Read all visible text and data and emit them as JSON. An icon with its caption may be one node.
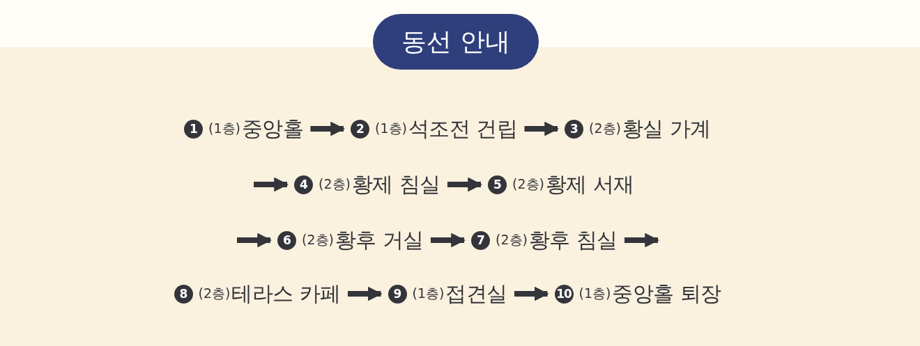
{
  "diagram": {
    "title": "동선 안내",
    "nodes": [
      {
        "text": [
          "1",
          "(1층)",
          "중앙홀"
        ]
      },
      {
        "text": [
          "2",
          "(1층)",
          "석조전 건립"
        ]
      },
      {
        "text": [
          "3",
          "(2층)",
          "황실 가계"
        ]
      },
      {
        "text": [
          "4",
          "(2층)",
          "황제 침실"
        ]
      },
      {
        "text": [
          "5",
          "(2층)",
          "황제 서재"
        ]
      },
      {
        "text": [
          "6",
          "(2층)",
          "황후 거실"
        ]
      },
      {
        "text": [
          "7",
          "(2층)",
          "황후 침실"
        ]
      },
      {
        "text": [
          "8",
          "(2층)",
          "테라스 카페"
        ]
      },
      {
        "text": [
          "9",
          "(1층)",
          "접견실"
        ]
      },
      {
        "text": [
          "10",
          "(1층)",
          "중앙홀 퇴장"
        ]
      }
    ],
    "edges": [
      {
        "from": 0,
        "to": 1,
        "arrow": "to"
      },
      {
        "from": 1,
        "to": 2,
        "arrow": "to"
      },
      {
        "from": null,
        "to": 3,
        "arrow": "to"
      },
      {
        "from": 3,
        "to": 4,
        "arrow": "to"
      },
      {
        "from": null,
        "to": 5,
        "arrow": "to"
      },
      {
        "from": 5,
        "to": 6,
        "arrow": "to"
      },
      {
        "from": 6,
        "to": null,
        "arrow": "to"
      },
      {
        "from": 7,
        "to": 8,
        "arrow": "to"
      },
      {
        "from": 8,
        "to": 9,
        "arrow": "to"
      }
    ]
  }
}
